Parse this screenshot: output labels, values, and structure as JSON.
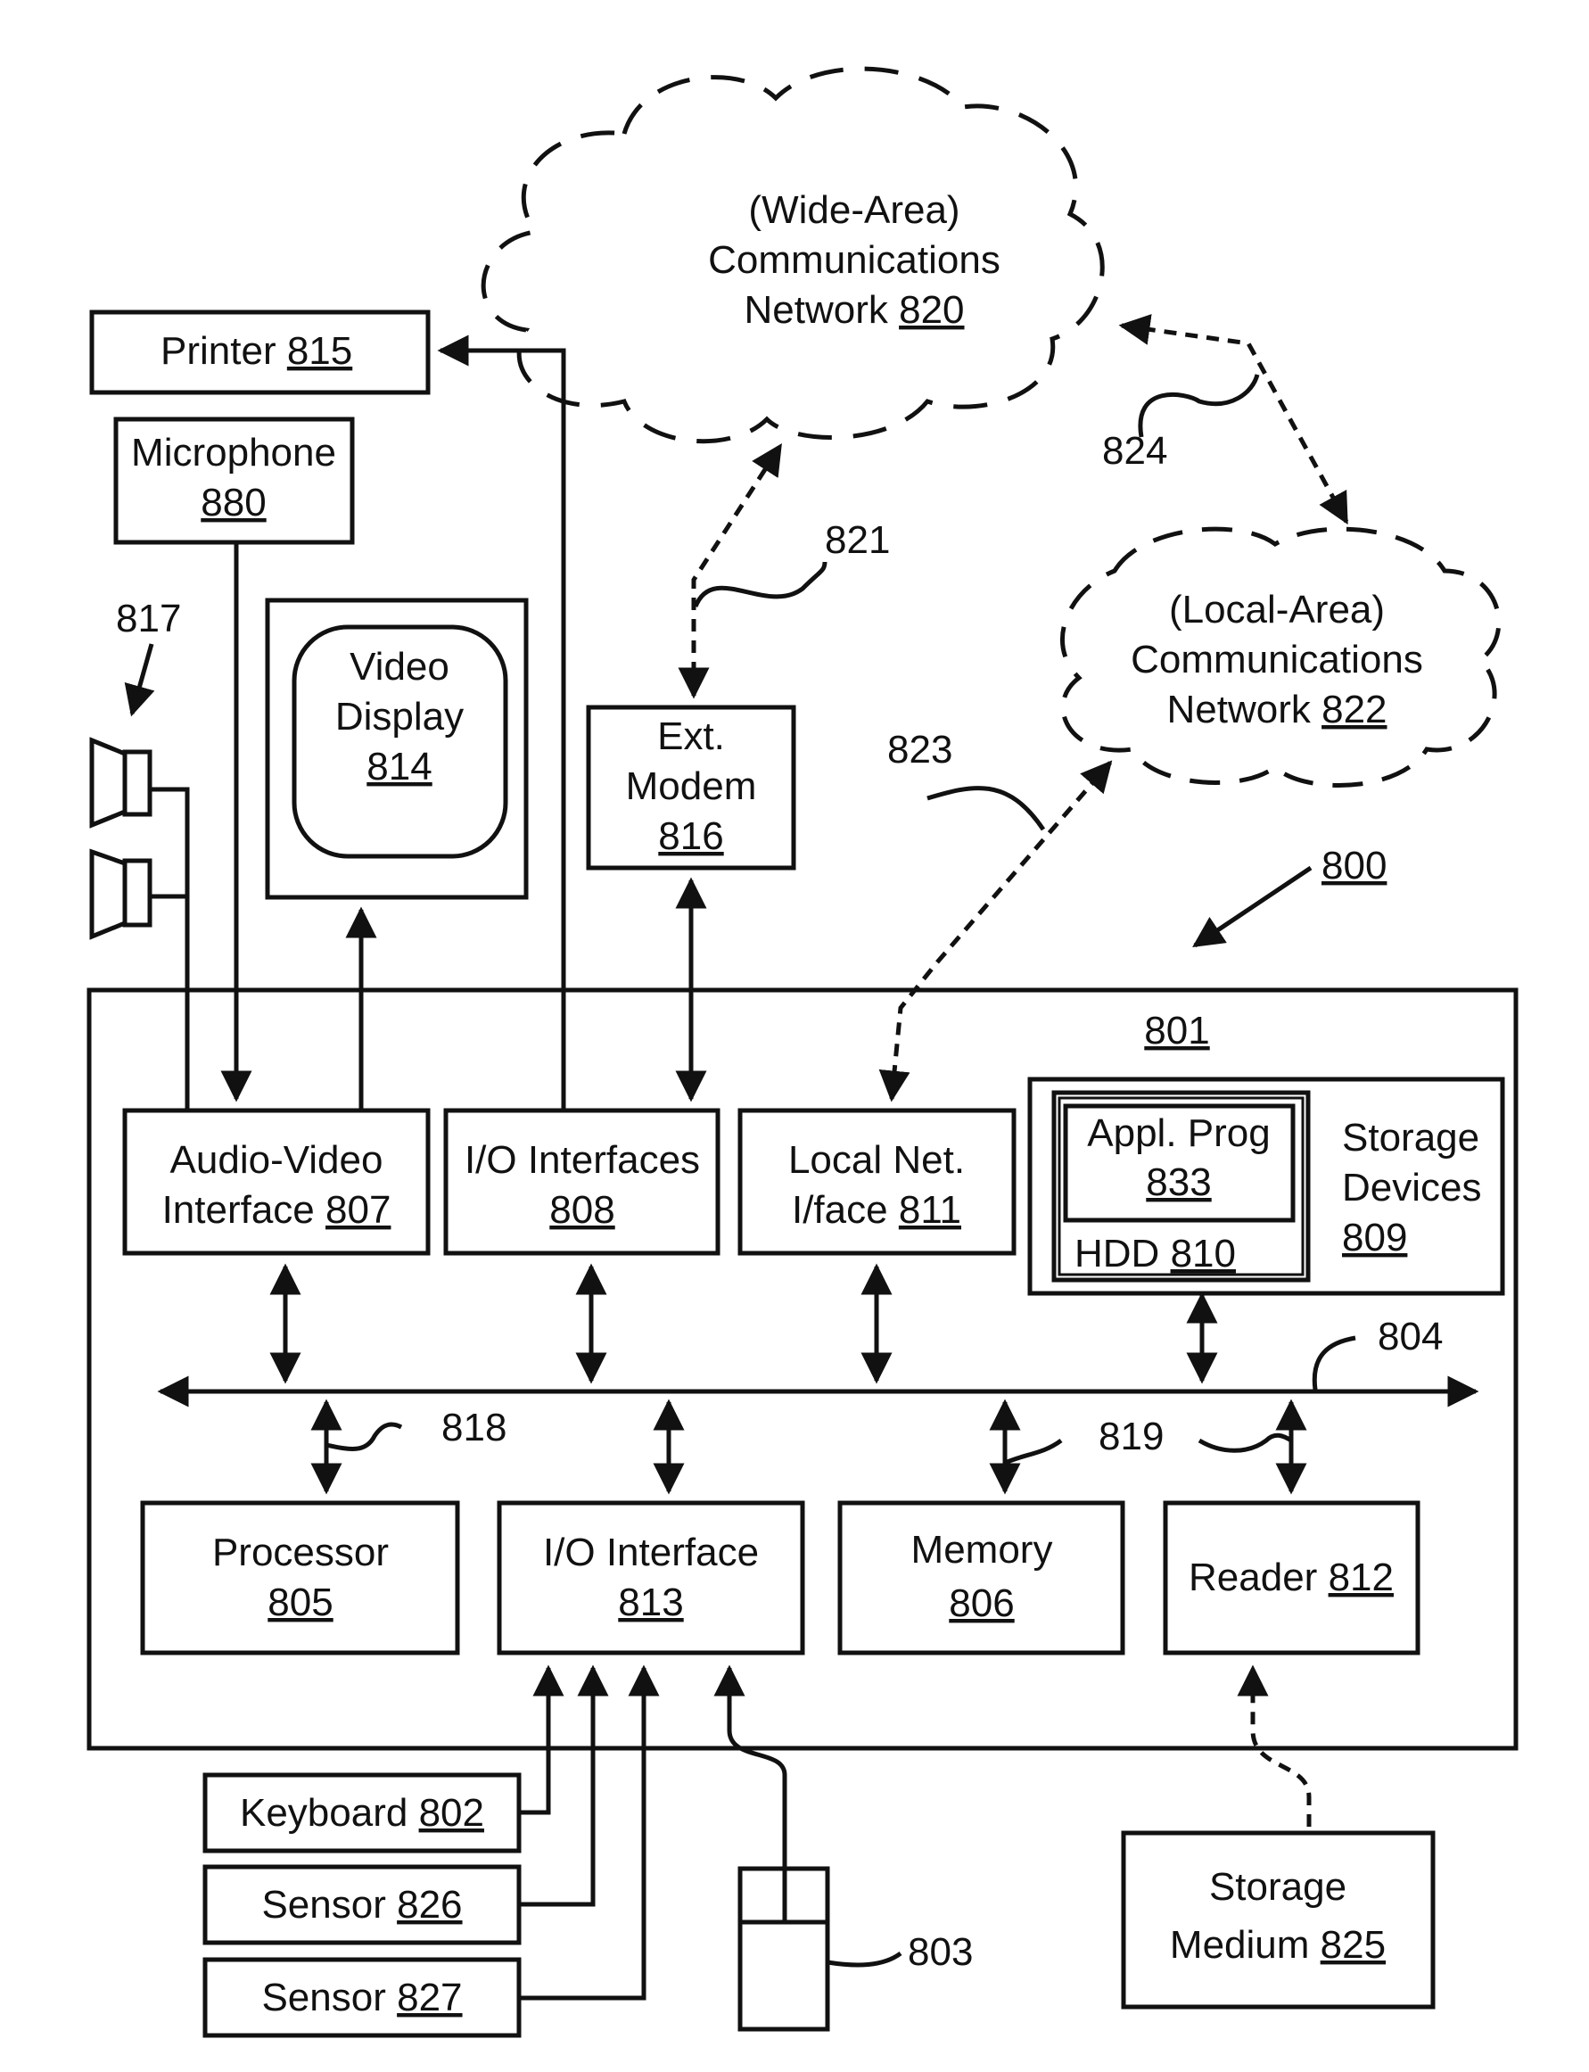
{
  "colors": {
    "ink": "#111111",
    "paper": "#ffffff"
  },
  "boxes": {
    "printer": {
      "name": "Printer",
      "num": "815"
    },
    "microphone": {
      "name": "Microphone",
      "num": "880"
    },
    "video": {
      "l1": "Video",
      "l2": "Display",
      "num": "814"
    },
    "modem": {
      "l1": "Ext.",
      "l2": "Modem",
      "num": "816"
    },
    "computer": {
      "num": "801"
    },
    "av": {
      "l1": "Audio-Video",
      "l2": "Interface",
      "num": "807"
    },
    "io808": {
      "l1": "I/O Interfaces",
      "num": "808"
    },
    "localnet": {
      "l1": "Local Net.",
      "l2": "I/face",
      "num": "811"
    },
    "storage": {
      "l1": "Storage",
      "l2": "Devices",
      "num": "809"
    },
    "appl": {
      "l1": "Appl. Prog",
      "num": "833"
    },
    "hdd": {
      "name": "HDD",
      "num": "810"
    },
    "processor": {
      "l1": "Processor",
      "num": "805"
    },
    "io813": {
      "l1": "I/O Interface",
      "num": "813"
    },
    "memory": {
      "l1": "Memory",
      "num": "806"
    },
    "reader": {
      "name": "Reader",
      "num": "812"
    },
    "keyboard": {
      "name": "Keyboard",
      "num": "802"
    },
    "sensor826": {
      "name": "Sensor",
      "num": "826"
    },
    "sensor827": {
      "name": "Sensor",
      "num": "827"
    },
    "medium": {
      "l1": "Storage",
      "l2": "Medium",
      "num": "825"
    }
  },
  "clouds": {
    "wan": {
      "l1": "(Wide-Area)",
      "l2": "Communications",
      "l3": "Network",
      "num": "820"
    },
    "lan": {
      "l1": "(Local-Area)",
      "l2": "Communications",
      "l3": "Network",
      "num": "822"
    }
  },
  "refs": {
    "r800": "800",
    "r803": "803",
    "r804": "804",
    "r817": "817",
    "r818": "818",
    "r819": "819",
    "r821": "821",
    "r823": "823",
    "r824": "824"
  }
}
